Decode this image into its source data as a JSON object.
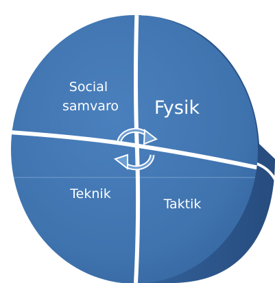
{
  "diagram": {
    "quadrants": [
      {
        "id": "social",
        "lines": [
          "Social",
          "samvaro"
        ]
      },
      {
        "id": "fysik",
        "lines": [
          "Fysik"
        ]
      },
      {
        "id": "teknik",
        "lines": [
          "Teknik"
        ]
      },
      {
        "id": "taktik",
        "lines": [
          "Taktik"
        ]
      }
    ],
    "center_icon": "cycle-arrows-icon",
    "colors": {
      "face": "#3F73AE",
      "face_dark": "#2F5C93",
      "rim": "#2A5286",
      "divider": "#FFFFFF",
      "text": "#FFFFFF"
    }
  }
}
